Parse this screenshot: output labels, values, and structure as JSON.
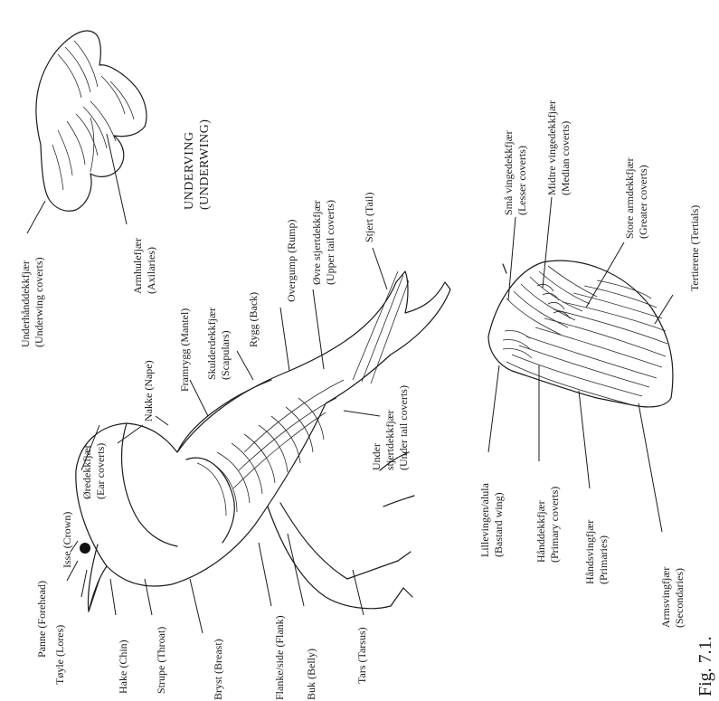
{
  "underwing": {
    "title_no": "UNDERVING",
    "title_en": "(UNDERWING)",
    "labels": [
      {
        "id": "underhanddekk",
        "no": "Underhånddekkfjær",
        "en": "(Underwing coverts)"
      },
      {
        "id": "armhule",
        "no": "Armhulefjær",
        "en": "(Axilaries)"
      }
    ]
  },
  "body_labels": [
    {
      "id": "isse",
      "text": "Isse (Crown)"
    },
    {
      "id": "panne",
      "text": "Panne (Forehead)"
    },
    {
      "id": "toyle",
      "text": "Tøyle (Lores)"
    },
    {
      "id": "hake",
      "text": "Hake (Chin)"
    },
    {
      "id": "strupe",
      "text": "Strupe (Throat)"
    },
    {
      "id": "bryst",
      "text": "Bryst (Breast)"
    },
    {
      "id": "flanke",
      "text": "Flanke/side (Flank)"
    },
    {
      "id": "buk",
      "text": "Buk (Belly)"
    },
    {
      "id": "tars",
      "text": "Tars (Tarsus)"
    },
    {
      "id": "oredekk",
      "no": "Øredekkfjær",
      "en": "(Ear coverts)"
    },
    {
      "id": "nakke",
      "text": "Nakke (Nape)"
    },
    {
      "id": "framrygg",
      "text": "Framrygg (Mantel)"
    },
    {
      "id": "skulder",
      "no": "Skulderdekkfjær",
      "en": "(Scapulars)"
    },
    {
      "id": "rygg",
      "text": "Rygg (Back)"
    },
    {
      "id": "overgump",
      "text": "Overgump (Rump)"
    },
    {
      "id": "ovre",
      "no": "Øvre stjertdekkfjær",
      "en": "(Upper tail coverts)"
    },
    {
      "id": "stjert",
      "text": "Stjert (Tail)"
    },
    {
      "id": "under",
      "l1": "Under",
      "l2": "stjertdekkfjær",
      "l3": "(Under tail coverts)"
    }
  ],
  "wing_labels": [
    {
      "id": "sma",
      "no": "Små vingedekkfjær",
      "en": "(Lesser coverts)"
    },
    {
      "id": "midtre",
      "no": "Midtre vingedekkfjær",
      "en": "(Median coverts)"
    },
    {
      "id": "store",
      "no": "Store armdekkfjær",
      "en": "(Greater coverts)"
    },
    {
      "id": "tertierene",
      "text": "Tertierene (Tertials)"
    },
    {
      "id": "lillevingen",
      "no": "Lillevingen/alula",
      "en": "(Bastard wing)"
    },
    {
      "id": "handdekk",
      "no": "Hånddekkfjær",
      "en": "(Primary coverts)"
    },
    {
      "id": "handsving",
      "no": "Håndsvingfjær",
      "en": "(Primaries)"
    },
    {
      "id": "armsving",
      "no": "Armsvingfjær",
      "en": "(Secondaries)"
    }
  ],
  "caption": "Fig. 7.1."
}
